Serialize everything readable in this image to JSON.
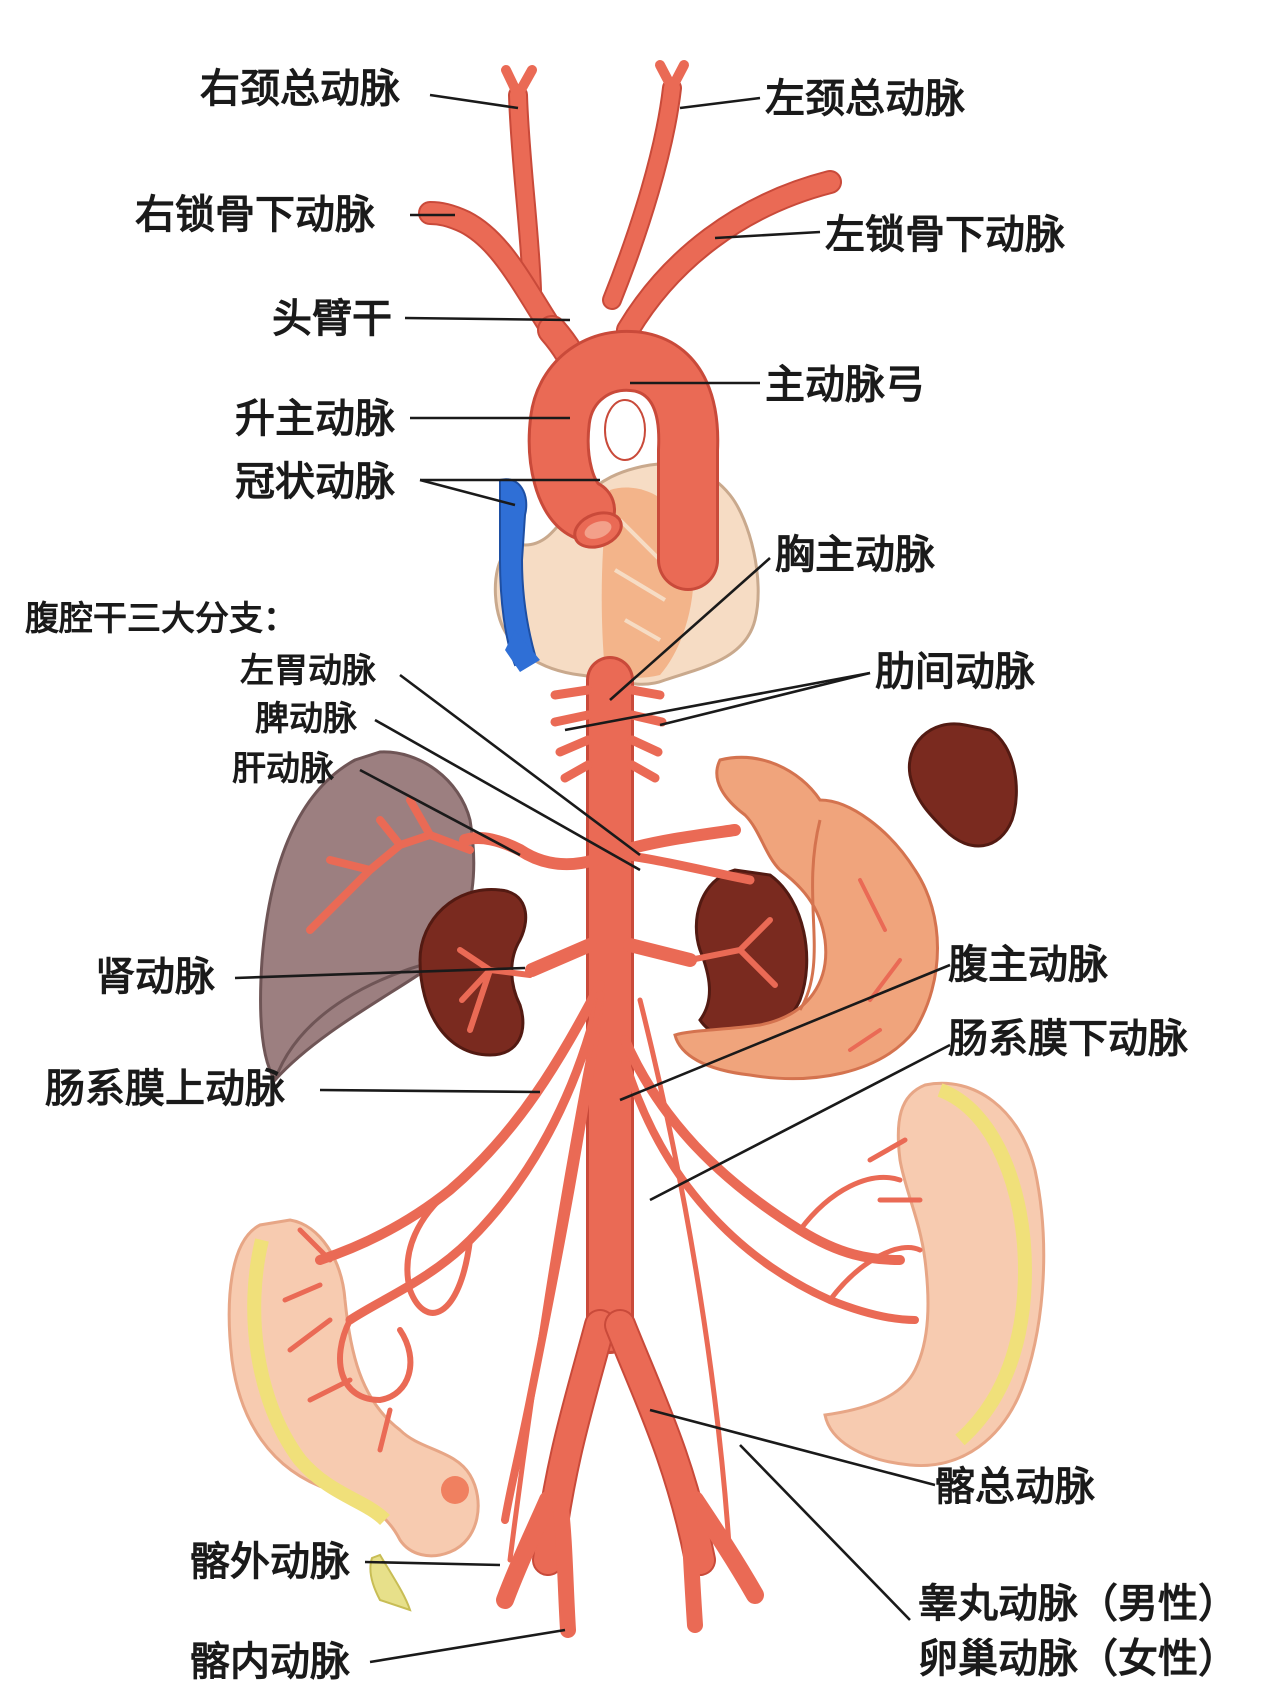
{
  "labels": {
    "right_common_carotid": "右颈总动脉",
    "left_common_carotid": "左颈总动脉",
    "right_subclavian": "右锁骨下动脉",
    "left_subclavian": "左锁骨下动脉",
    "brachiocephalic_trunk": "头臂干",
    "aortic_arch": "主动脉弓",
    "ascending_aorta": "升主动脉",
    "coronary_artery": "冠状动脉",
    "thoracic_aorta": "胸主动脉",
    "celiac_heading": "腹腔干三大分支：",
    "left_gastric": "左胃动脉",
    "splenic": "脾动脉",
    "hepatic": "肝动脉",
    "intercostal": "肋间动脉",
    "renal": "肾动脉",
    "abdominal_aorta": "腹主动脉",
    "inferior_mesenteric": "肠系膜下动脉",
    "superior_mesenteric": "肠系膜上动脉",
    "common_iliac": "髂总动脉",
    "external_iliac": "髂外动脉",
    "internal_iliac": "髂内动脉",
    "testicular": "睾丸动脉（男性）",
    "ovarian": "卵巢动脉（女性）"
  },
  "colors": {
    "artery": "#ea6a55",
    "artery_edge": "#c94a3a",
    "heart": "#f6dcc4",
    "heart_center": "#f3b48a",
    "vein": "#2f6fd6",
    "liver": "#9c7f80",
    "kidney": "#7a2a1f",
    "stomach": "#f0a47c",
    "intestine": "#f7cbb0",
    "intestine_edge": "#f0e07a",
    "text": "#1a1a1a"
  }
}
